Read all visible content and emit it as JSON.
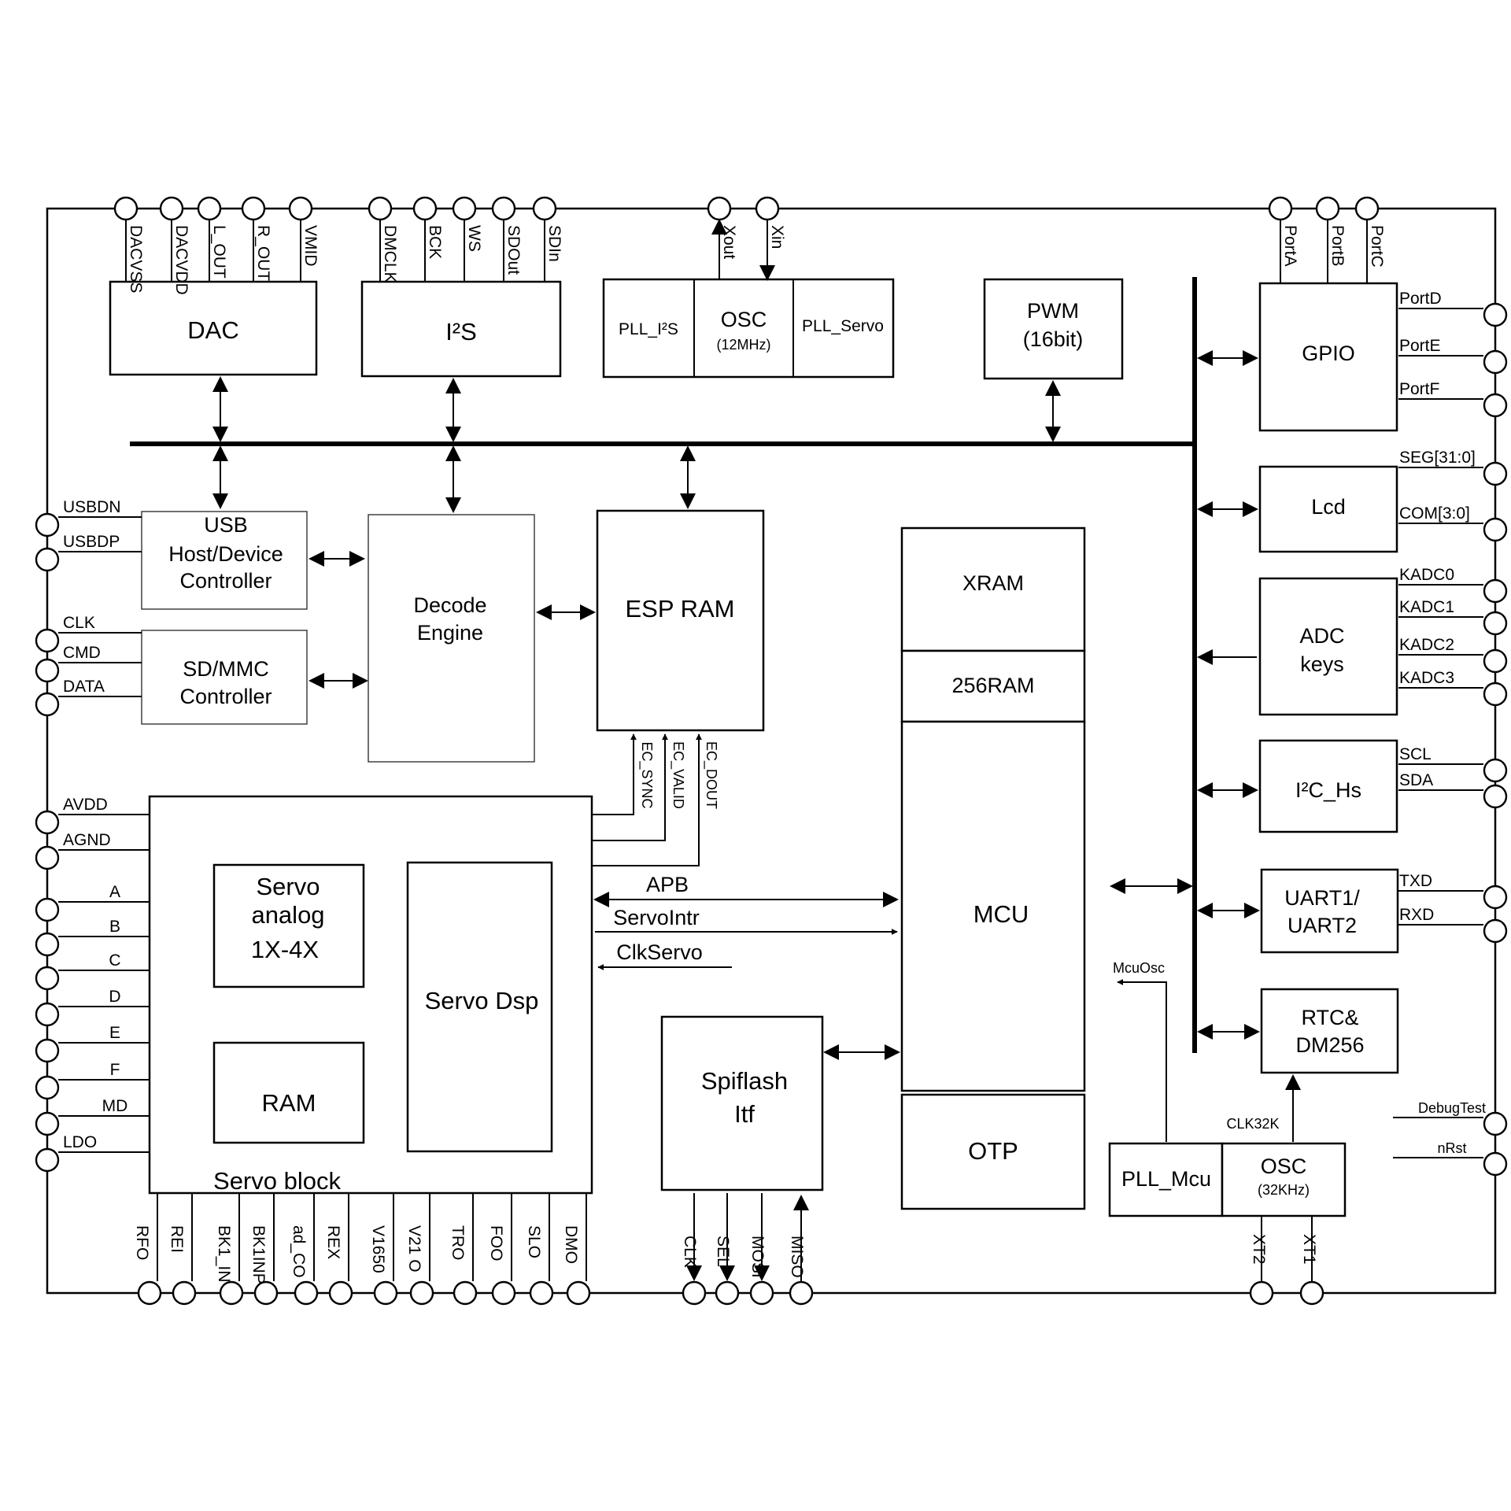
{
  "blocks": {
    "dac": "DAC",
    "i2s": "I²S",
    "pll_i2s": "PLL_I²S",
    "osc12": "OSC",
    "osc12_sub": "(12MHz)",
    "pll_servo": "PLL_Servo",
    "pwm": "PWM",
    "pwm_sub": "(16bit)",
    "gpio": "GPIO",
    "lcd": "Lcd",
    "adc_1": "ADC",
    "adc_2": "keys",
    "i2c": "I²C_Hs",
    "uart_1": "UART1/",
    "uart_2": "UART2",
    "rtc_1": "RTC&",
    "rtc_2": "DM256",
    "usb_1": "USB",
    "usb_2": "Host/Device",
    "usb_3": "Controller",
    "sd_1": "SD/MMC",
    "sd_2": "Controller",
    "decode_1": "Decode",
    "decode_2": "Engine",
    "esp_ram": "ESP RAM",
    "xram": "XRAM",
    "ram256": "256RAM",
    "mcu": "MCU",
    "otp": "OTP",
    "servo_analog_1": "Servo",
    "servo_analog_2": "analog",
    "servo_analog_3": "1X-4X",
    "servo_ram": "RAM",
    "servo_dsp": "Servo Dsp",
    "servo_block": "Servo block",
    "spiflash_1": "Spiflash",
    "spiflash_2": "Itf",
    "pll_mcu": "PLL_Mcu",
    "osc32": "OSC",
    "osc32_sub": "(32KHz)"
  },
  "signals": {
    "apb": "APB",
    "servointr": "ServoIntr",
    "clkservo": "ClkServo",
    "ec_sync": "EC_SYNC",
    "ec_valid": "EC_VALID",
    "ec_dout": "EC_DOUT",
    "mcuosc": "McuOsc",
    "clk32k": "CLK32K"
  },
  "pins": {
    "top_dac": [
      "DACVSS",
      "DACVDD",
      "L_OUT",
      "R_OUT",
      "VMID"
    ],
    "top_i2s": [
      "DMCLK",
      "BCK",
      "WS",
      "SDOut",
      "SDIn"
    ],
    "top_osc": [
      "Xout",
      "Xin"
    ],
    "top_port": [
      "PortA",
      "PortB",
      "PortC"
    ],
    "right": [
      "PortD",
      "PortE",
      "PortF",
      "SEG[31:0]",
      "COM[3:0]",
      "KADC0",
      "KADC1",
      "KADC2",
      "KADC3",
      "SCL",
      "SDA",
      "TXD",
      "RXD",
      "DebugTest",
      "nRst"
    ],
    "left": [
      "USBDN",
      "USBDP",
      "CLK",
      "CMD",
      "DATA",
      "AVDD",
      "AGND",
      "A",
      "B",
      "C",
      "D",
      "E",
      "F",
      "MD",
      "LDO"
    ],
    "bottom_servo": [
      "RFO",
      "REI",
      "BK1_IN",
      "BK1INP",
      "ad_CO",
      "REX",
      "V1650",
      "V21 O",
      "TRO",
      "FOO",
      "SLO",
      "DMO"
    ],
    "bottom_spi": [
      "CLK",
      "SEL",
      "MOSI",
      "MISO"
    ],
    "bottom_xt": [
      "XT2",
      "XT1"
    ]
  }
}
